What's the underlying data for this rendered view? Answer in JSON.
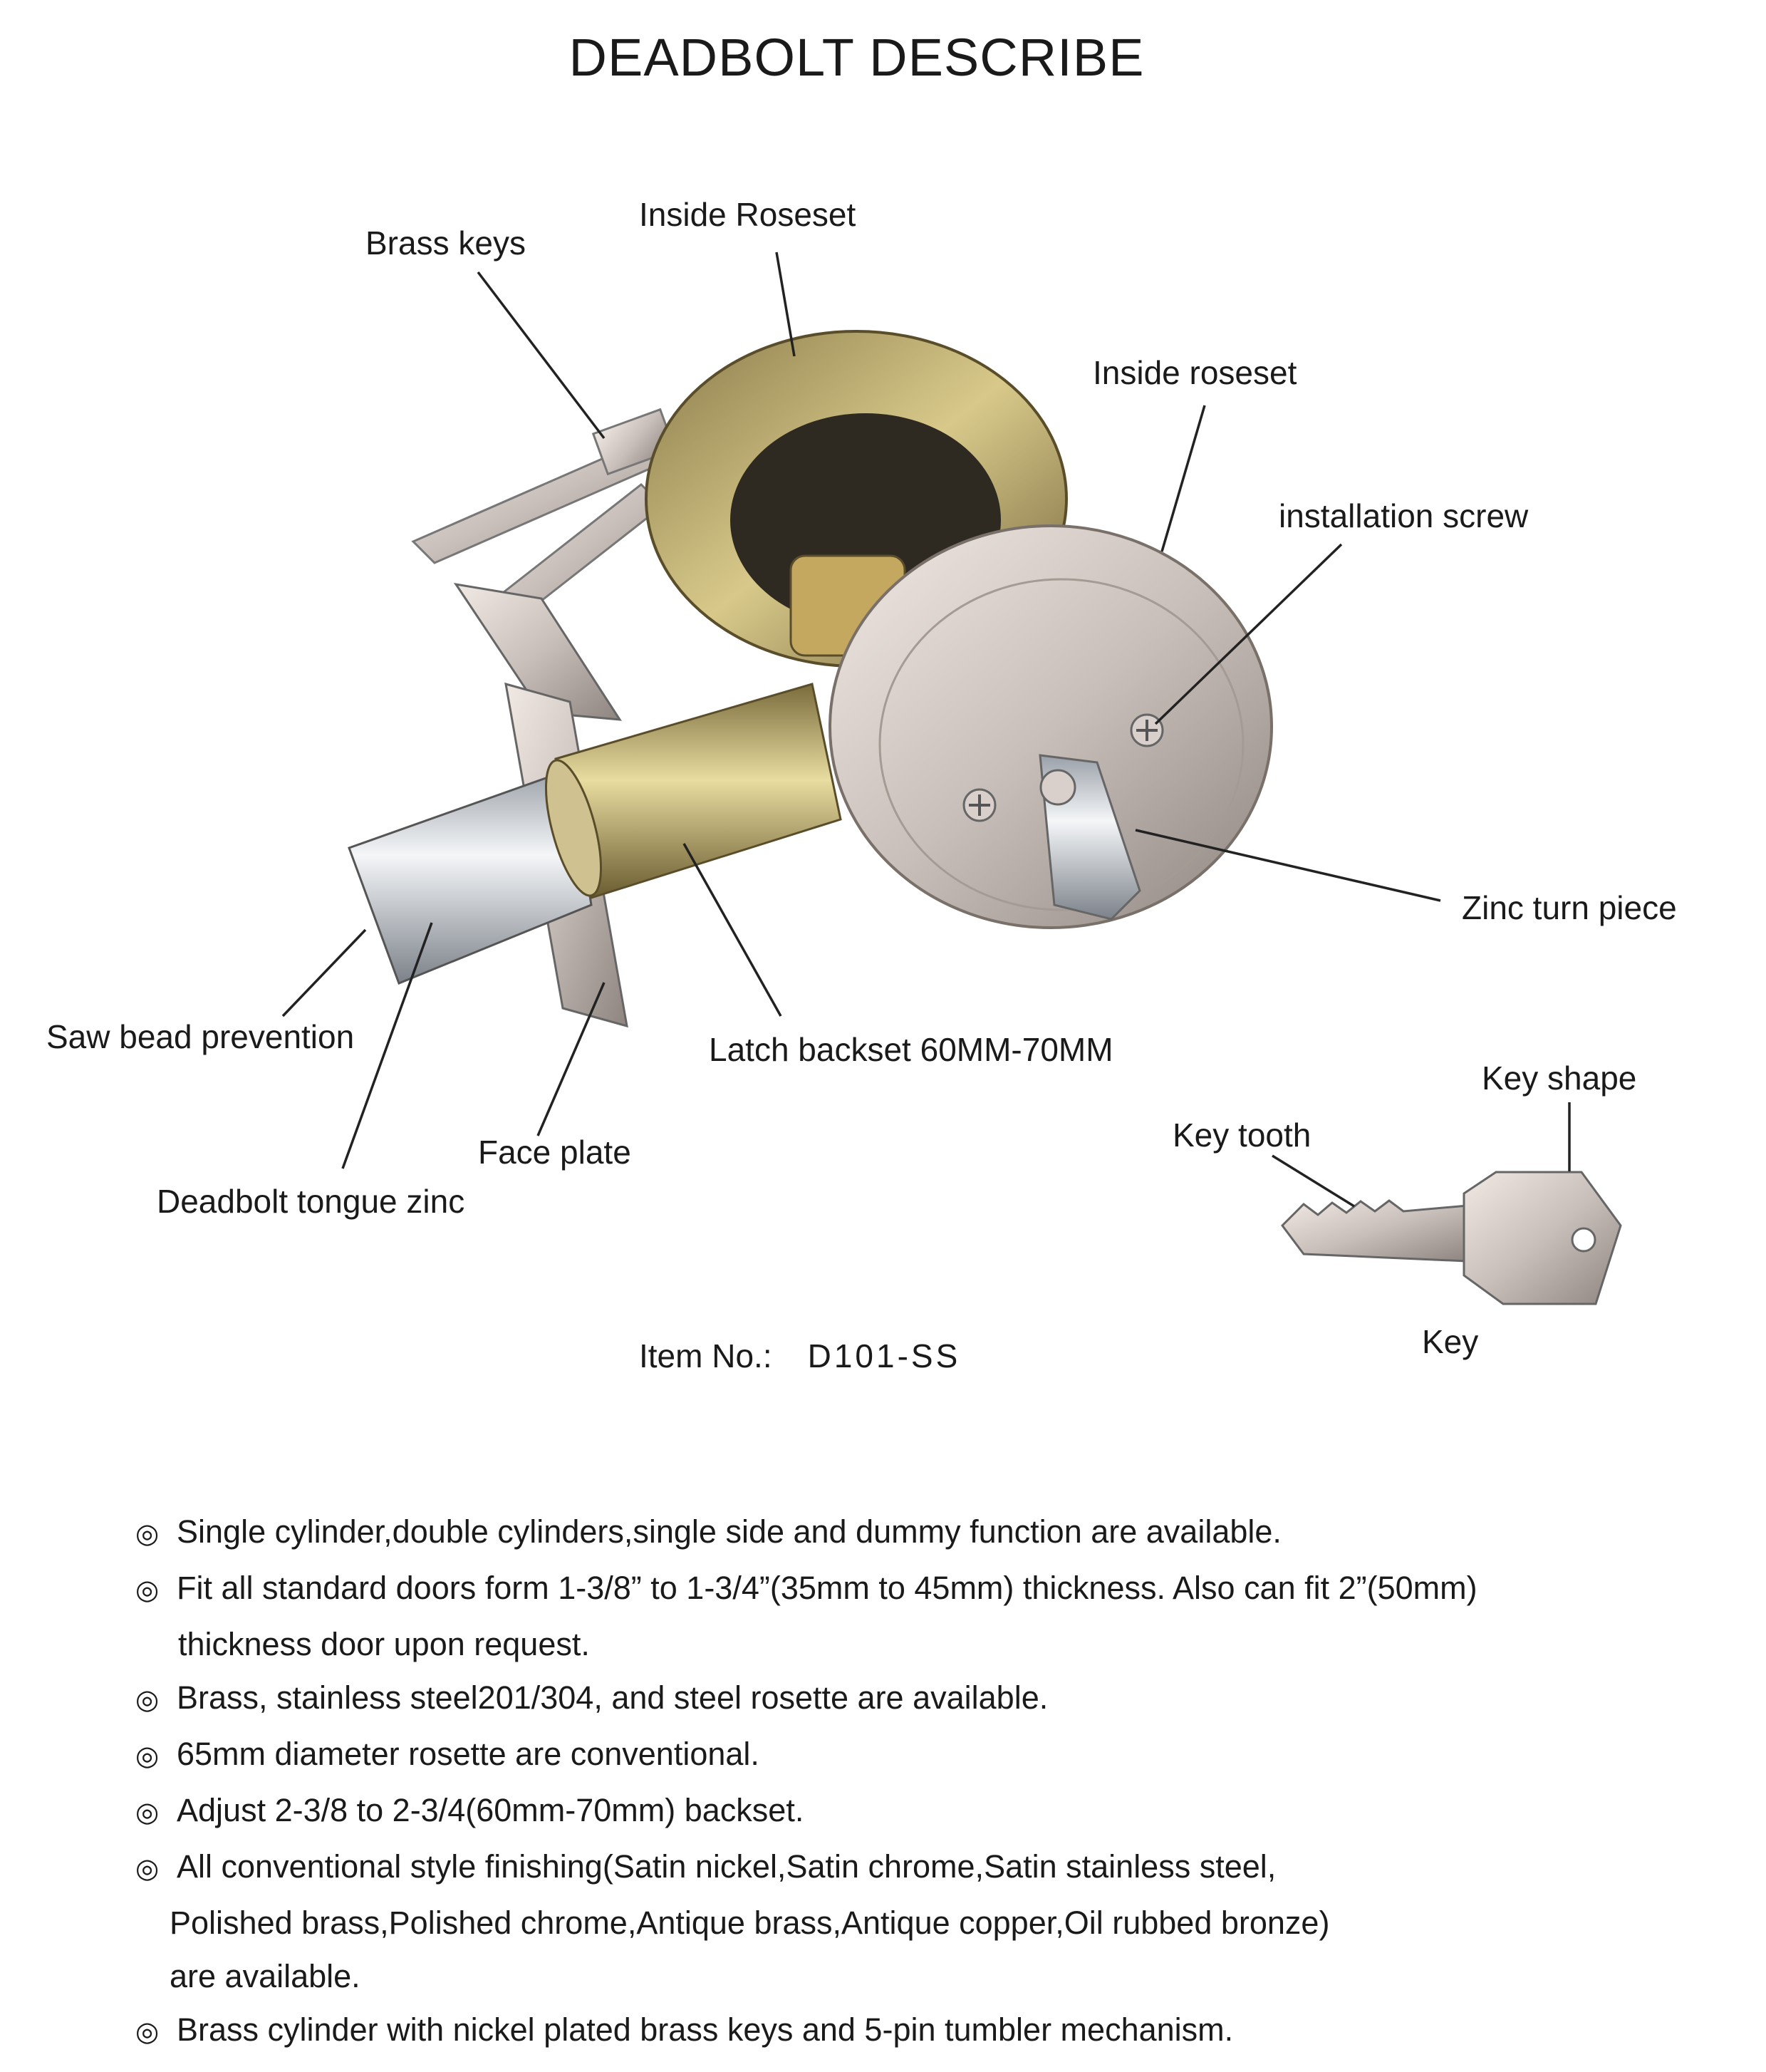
{
  "title": "DEADBOLT DESCRIBE",
  "labels": {
    "brass_keys": "Brass keys",
    "inside_roseset_back": "Inside Roseset",
    "inside_roseset_front": "Inside roseset",
    "installation_screw": "installation screw",
    "zinc_turn_piece": "Zinc turn piece",
    "saw_bead_prevention": "Saw bead prevention",
    "latch_backset": "Latch backset 60MM-70MM",
    "face_plate": "Face plate",
    "deadbolt_tongue": "Deadbolt tongue zinc",
    "key_shape": "Key shape",
    "key_tooth": "Key tooth",
    "key": "Key"
  },
  "item": {
    "label": "Item No.:",
    "code": "D101-SS"
  },
  "bullet_symbol": "◎",
  "features": [
    {
      "lines": [
        "Single cylinder,double cylinders,single side and dummy function are available."
      ]
    },
    {
      "lines": [
        "Fit all standard doors form 1-3/8” to 1-3/4”(35mm to 45mm) thickness. Also can fit 2”(50mm)",
        "thickness door upon request."
      ]
    },
    {
      "lines": [
        "Brass, stainless steel201/304, and steel rosette are available."
      ]
    },
    {
      "lines": [
        "65mm diameter rosette are conventional."
      ]
    },
    {
      "lines": [
        "Adjust 2-3/8 to 2-3/4(60mm-70mm) backset."
      ]
    },
    {
      "lines": [
        "All conventional style finishing(Satin nickel,Satin chrome,Satin stainless steel,",
        "Polished brass,Polished chrome,Antique brass,Antique copper,Oil rubbed bronze)",
        "are available."
      ]
    },
    {
      "lines": [
        "Brass cylinder with nickel plated brass keys and 5-pin tumbler mechanism."
      ]
    }
  ]
}
